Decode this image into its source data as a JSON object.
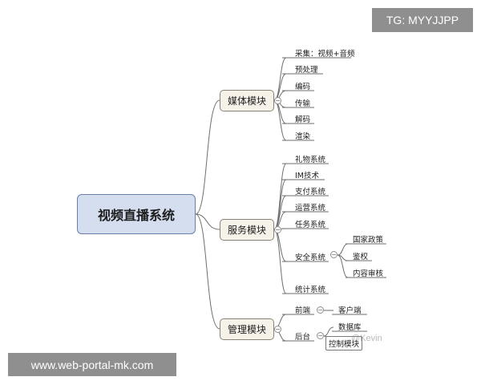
{
  "root": {
    "label": "视频直播系统"
  },
  "modules": [
    {
      "id": "media",
      "label": "媒体模块",
      "children": [
        "采集：视频+音频",
        "预处理",
        "编码",
        "传输",
        "解码",
        "渲染"
      ]
    },
    {
      "id": "service",
      "label": "服务模块",
      "children": [
        "礼物系统",
        "IM技术",
        "支付系统",
        "运营系统",
        "任务系统",
        "安全系统",
        "统计系统"
      ],
      "security_children": [
        "国家政策",
        "鉴权",
        "内容审核"
      ]
    },
    {
      "id": "manage",
      "label": "管理模块",
      "children": [
        "前端",
        "后台"
      ],
      "frontend_children": [
        "客户端"
      ],
      "backend_children": [
        "数据库",
        "控制模块"
      ]
    }
  ],
  "watermark": {
    "top_right": "TG: MYYJJPP",
    "bottom_left": "www.web-portal-mk.com",
    "faint_text": "@Kevin"
  }
}
